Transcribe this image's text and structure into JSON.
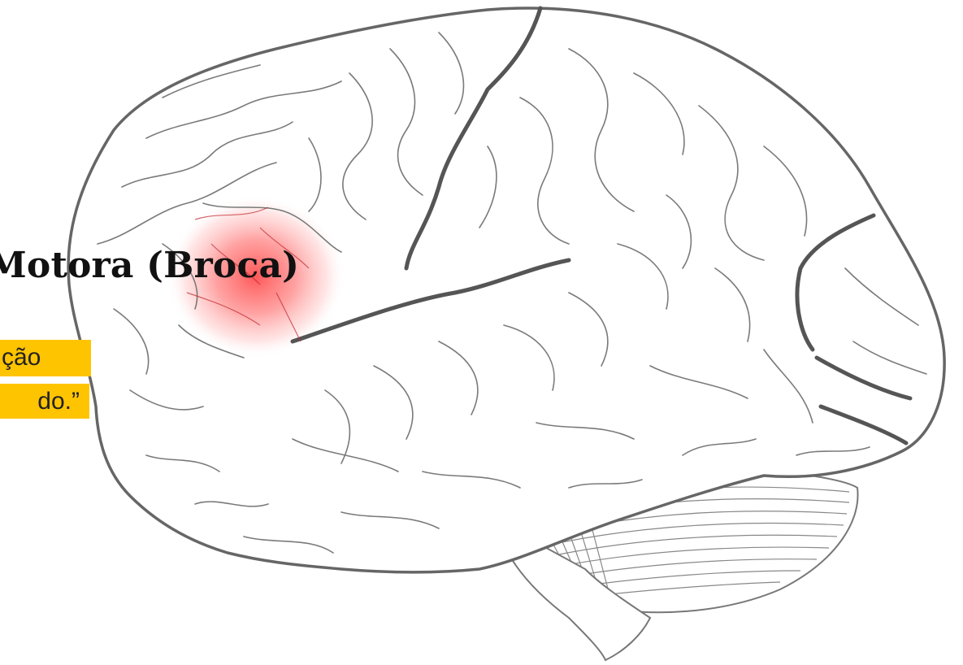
{
  "figure": {
    "subject": "lateral-brain-diagram",
    "highlight_region": "broca-area",
    "colors": {
      "outline": "#666666",
      "gyri": "#777777",
      "highlight": "#ff3b3b",
      "vessels": "#c1272d",
      "label_background": "#ffc400"
    }
  },
  "label": {
    "title": "Motora (Broca)",
    "quote_line_1": "ção",
    "quote_line_2": "do.”"
  }
}
